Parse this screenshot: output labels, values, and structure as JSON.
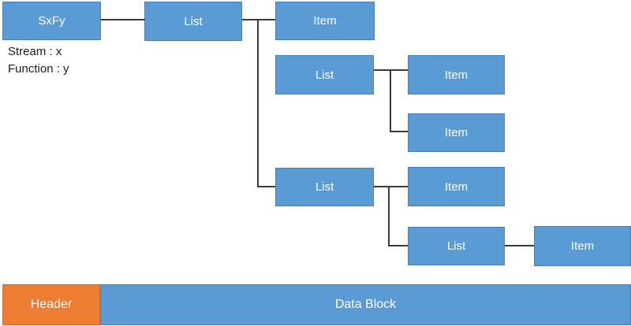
{
  "diagram": {
    "nodes": [
      {
        "id": "sxfy",
        "label": "SxFy"
      },
      {
        "id": "list-1",
        "label": "List"
      },
      {
        "id": "item-1",
        "label": "Item"
      },
      {
        "id": "list-2",
        "label": "List"
      },
      {
        "id": "item-2",
        "label": "Item"
      },
      {
        "id": "item-3",
        "label": "Item"
      },
      {
        "id": "list-3",
        "label": "List"
      },
      {
        "id": "item-4",
        "label": "Item"
      },
      {
        "id": "list-4",
        "label": "List"
      },
      {
        "id": "item-5",
        "label": "Item"
      }
    ],
    "annotations": [
      "Stream : x",
      "Function : y"
    ],
    "colors": {
      "node_fill": "#5B9BD5",
      "node_border": "#4A7EBB",
      "header_fill": "#ED7D31",
      "header_border": "#D86C27",
      "connector": "#3B3B3B",
      "label_text": "#FFFFFF"
    }
  },
  "bottom_bar": {
    "header": "Header",
    "data_block": "Data Block"
  }
}
